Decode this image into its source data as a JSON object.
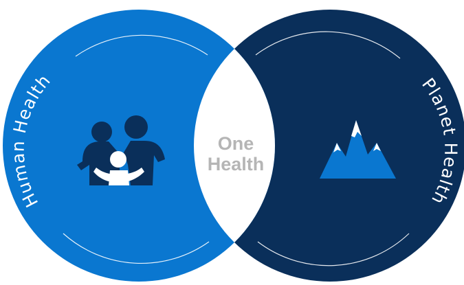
{
  "diagram": {
    "left_circle": {
      "label": "Human Health",
      "color": "#0a77d0"
    },
    "right_circle": {
      "label": "Planet Health",
      "color": "#0a2f5a"
    },
    "center": {
      "line1": "One",
      "line2": "Health",
      "color": "#b5b5b5"
    },
    "icons": {
      "left": "family-icon",
      "right": "mountain-icon",
      "left_icon_color": "#0a2f5a",
      "right_icon_color": "#0a77d0"
    }
  }
}
